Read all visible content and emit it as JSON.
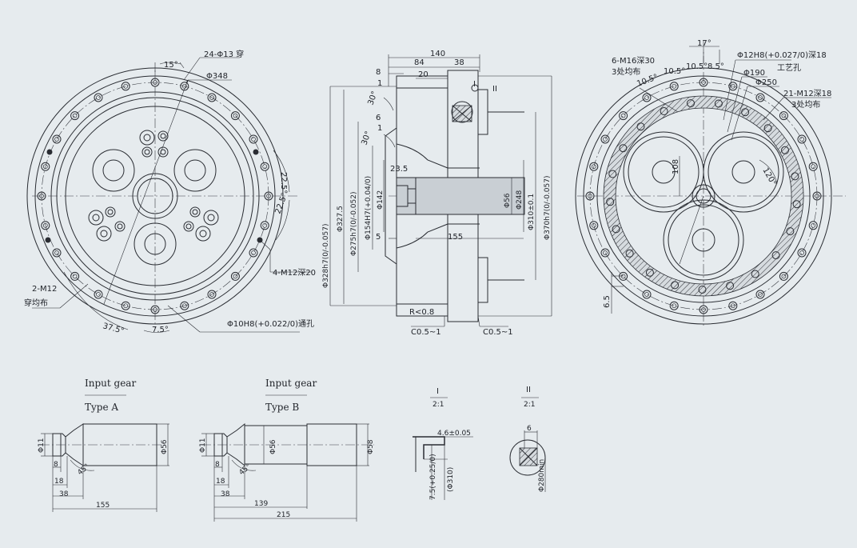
{
  "front_left": {
    "holes_outer": "24-Φ13 穿",
    "dia_348": "Φ348",
    "angle_15": "15°",
    "angle_22_5_a": "22.5°",
    "angle_22_5_b": "22.5°",
    "tap_holes": "4-M12深20",
    "m12_line1": "2-M12",
    "m12_line2": "穿均布",
    "angle_37_5": "37.5°",
    "angle_7_5": "7.5°",
    "pin_hole": "Φ10H8(+0.022/0)通孔"
  },
  "section": {
    "d140": "140",
    "d84": "84",
    "d38": "38",
    "d8": "8",
    "d20": "20",
    "d1a": "1",
    "d30a": "30°",
    "d6": "6",
    "d1b": "1",
    "d30b": "30°",
    "d23_5": "23.5",
    "d5": "5",
    "d155": "155",
    "r08": "R<0.8",
    "c05a": "C0.5~1",
    "c05b": "C0.5~1",
    "mark_I": "I",
    "mark_II": "II",
    "dia_328": "Φ328h7(0/-0.057)",
    "dia_327_5": "Φ327.5",
    "dia_275": "Φ275h7(0/-0.052)",
    "dia_154": "Φ154H7(+0.04/0)",
    "dia_142": "Φ142",
    "dia_56": "Φ56",
    "dia_248": "Φ248",
    "dia_310": "Φ310±0.1",
    "dia_370": "Φ370h7(0/-0.057)"
  },
  "front_right": {
    "d17": "17°",
    "taps_m16_1": "6-M16深30",
    "taps_m16_2": "3处均布",
    "a10_5a": "10.5°",
    "a10_5b": "10.5°",
    "a10_5c": "10.5°",
    "a8_5": "8.5°",
    "pin_hole": "Φ12H8(+0.027/0)深18",
    "process_hole": "工艺孔",
    "d190": "Φ190",
    "d250": "Φ250",
    "taps_m12_1": "21-M12深18",
    "taps_m12_2": "3处均布",
    "d108": "108",
    "a120": "120°",
    "d6_5": "6.5"
  },
  "input_a": {
    "title": "Input gear",
    "type": "Type A",
    "d11": "Φ11",
    "d56": "Φ56",
    "d8": "8",
    "d18": "18",
    "a45": "45°",
    "d38": "38",
    "d155": "155"
  },
  "input_b": {
    "title": "Input gear",
    "type": "Type B",
    "d11": "Φ11",
    "d56": "Φ56",
    "d58": "Φ58",
    "d8": "8",
    "d18": "18",
    "a45": "45°",
    "d38": "38",
    "d139": "139",
    "d215": "215"
  },
  "detail_I": {
    "mark": "I",
    "scale": "2:1",
    "d46": "4.6±0.05",
    "d75": "7.5(+0.25/0)",
    "d310": "(Φ310)"
  },
  "detail_II": {
    "mark": "II",
    "scale": "2:1",
    "d6": "6",
    "d280": "Φ280min"
  }
}
